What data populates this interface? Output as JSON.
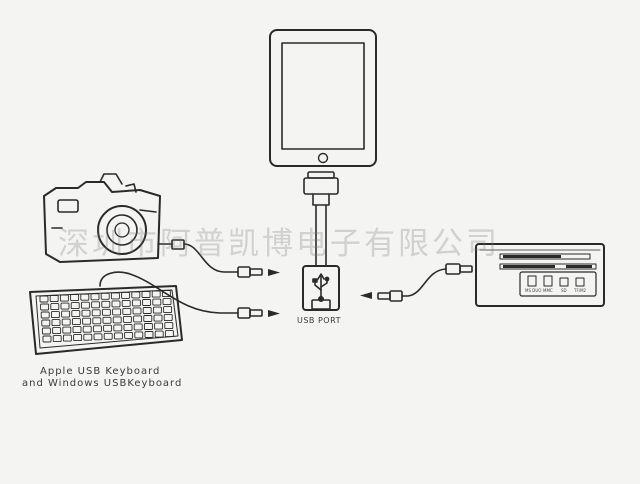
{
  "labels": {
    "usb_port": "USB PORT",
    "keyboard_line1": "Apple USB Keyboard",
    "keyboard_line2": "and Windows USBKeyboard"
  },
  "watermark": "深圳市阿普凯博电子有限公司",
  "card_reader": {
    "slot_labels": [
      "MS DUO",
      "MMC",
      "SD",
      "TF/M2"
    ]
  },
  "colors": {
    "line": "#2a2a2a",
    "background": "#f4f4f2",
    "watermark": "#8a8a8a"
  },
  "icons": {
    "usb_symbol": "usb-icon",
    "arrow": "arrow-icon"
  }
}
